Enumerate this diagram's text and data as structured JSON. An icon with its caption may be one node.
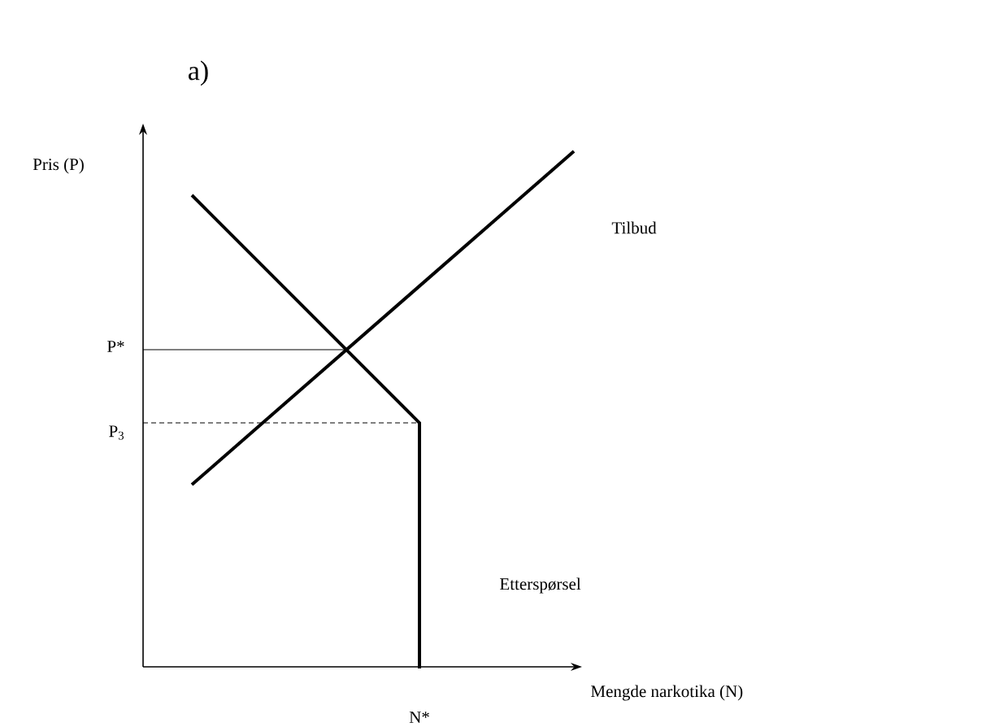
{
  "diagram": {
    "title": "a)",
    "labels": [
      "Pris (P)",
      "P*",
      "P$_{3}$",
      "Tilbud",
      "Etterspørsel",
      "Mengde narkotika (N)",
      "N*"
    ]
  }
}
